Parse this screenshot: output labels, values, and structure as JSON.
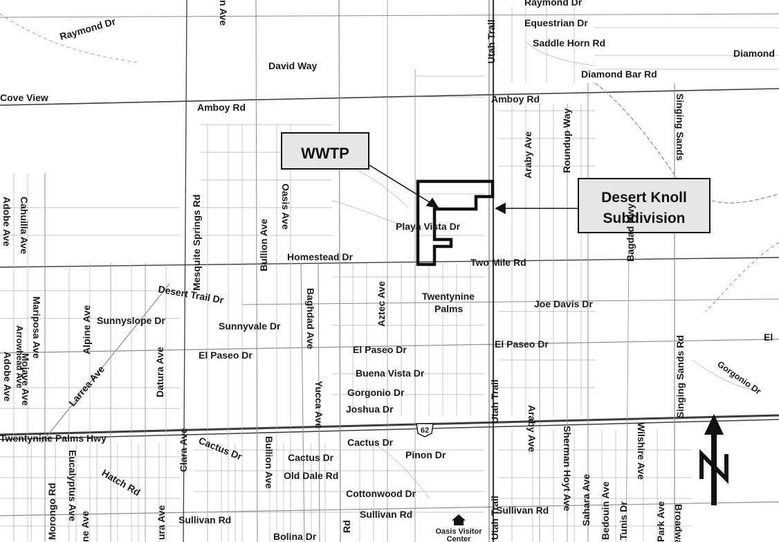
{
  "callouts": {
    "wwtp": "WWTP",
    "desert_knoll_line1": "Desert Knoll",
    "desert_knoll_line2": "Subdivision"
  },
  "highway_shield": "62",
  "north_arrow_letter": "N",
  "visitor_center": {
    "line1": "Oasis Visitor",
    "line2": "Center"
  },
  "roads": {
    "raymond_dr_nw": "Raymond Dr",
    "raymond_dr_ne": "Raymond Dr",
    "equestrian_dr": "Equestrian Dr",
    "saddle_horn_rd": "Saddle Horn Rd",
    "diamond_bar_rd": "Diamond Bar Rd",
    "diamond_edge": "Diamond",
    "david_way": "David Way",
    "cove_view": "Cove View",
    "amboy_rd_west": "Amboy Rd",
    "amboy_rd_east": "Amboy Rd",
    "utah_trail_top": "Utah Trail",
    "utah_trail_bottom": "Utah Trail",
    "utah_trail_mid": "Utah Trail",
    "mesquite_springs_rd": "Mesquite Springs Rd",
    "oasis_ave": "Oasis Ave",
    "bullion_ave": "Bullion Ave",
    "araby_ave_top": "Araby Ave",
    "araby_ave_bottom": "Araby Ave",
    "roundup_way": "Roundup Way",
    "singing_sands_top": "Singing Sands",
    "singing_sands_bottom": "Singing Sands Rd",
    "playa_vista_dr": "Playa Vista Dr",
    "homestead_dr": "Homestead Dr",
    "two_mile_rd": "Two Mile Rd",
    "bagdad_hwy": "Bagdad Hwy",
    "twentynine_palms_1": "Twentynine",
    "twentynine_palms_2": "Palms",
    "joe_davis_dr": "Joe Davis Dr",
    "desert_trail_dr": "Desert Trail Dr",
    "sunnyslope_dr": "Sunnyslope Dr",
    "sunnyvale_dr": "Sunnyvale Dr",
    "baghdad_ave": "Baghdad Ave",
    "aztec_ave": "Aztec Ave",
    "alpine_ave": "Alpine Ave",
    "el_paseo_dr_w": "El Paseo Dr",
    "el_paseo_dr_mid": "El Paseo Dr",
    "el_paseo_dr_e": "El Paseo Dr",
    "el_edge": "El",
    "buena_vista_dr": "Buena Vista Dr",
    "gorgonio_dr_mid": "Gorgonio Dr",
    "gorgonio_dr_e": "Gorgonio Dr",
    "joshua_dr": "Joshua Dr",
    "cactus_dr_mid": "Cactus Dr",
    "cactus_dr_lower": "Cactus Dr",
    "cactus_dr_w": "Cactus Dr",
    "pinon_dr": "Pinon Dr",
    "old_dale_rd": "Old Dale Rd",
    "cottonwood_dr": "Cottonwood Dr",
    "sullivan_rd_w": "Sullivan Rd",
    "sullivan_rd_mid": "Sullivan Rd",
    "sullivan_rd_e": "Sullivan Rd",
    "bolina_dr": "Bolina Dr",
    "twentynine_palms_hwy": "Twentynine Palms Hwy",
    "morongo_rd": "Morongo Rd",
    "eucalyptus_ave": "Eucalyptus Ave",
    "hatch_rd": "Hatch Rd",
    "larrea_ave": "Larrea Ave",
    "datura_ave": "Datura Ave",
    "clara_ave": "Clara Ave",
    "bullion_ave_south": "Bullion Ave",
    "yucca_ave": "Yucca Ave",
    "sherman_hoyt_ave": "Sherman Hoyt Ave",
    "sahara_ave": "Sahara Ave",
    "bedouin_ave": "Bedouin Ave",
    "tunis_dr": "Tunis Dr",
    "wilshire_ave": "Wilshire Ave",
    "park_ave": "Park Ave",
    "broadway": "Broadway",
    "cahuilla_ave": "Cahuilla Ave",
    "adobe_ave": "Adobe Ave",
    "mariposa_ave": "Mariposa Ave",
    "mojave_ave": "Mojave Ave",
    "arrowhead_ave": "Arrowhead Ave",
    "adobe_ave_2": "Adobe Ave",
    "pole_line_rd": "Rd",
    "ura_ave": "ura Ave",
    "ne_ave": "ne Ave",
    "n_ave": "n Ave"
  }
}
